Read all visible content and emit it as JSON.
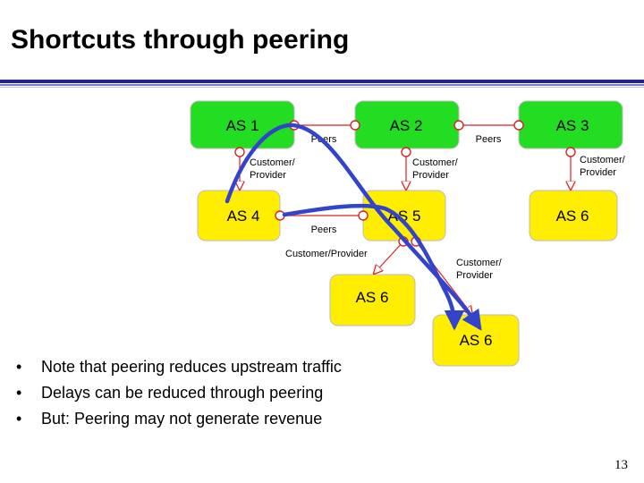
{
  "title": "Shortcuts through peering",
  "nodes": {
    "as1": "AS 1",
    "as2": "AS 2",
    "as3": "AS 3",
    "as4": "AS 4",
    "as5": "AS 5",
    "as6_top": "AS 6",
    "as6_mid": "AS 6",
    "as6_bottom": "AS 6"
  },
  "edge_labels": {
    "peers_1_2": "Peers",
    "peers_2_3": "Peers",
    "peers_4_5": "Peers",
    "cp_1_4": [
      "Customer/",
      "Provider"
    ],
    "cp_2_5": [
      "Customer/",
      "Provider"
    ],
    "cp_3_6": [
      "Customer/",
      "Provider"
    ],
    "cp_5_6mid": "Customer/Provider",
    "cp_5_6bottom": [
      "Customer/",
      "Provider"
    ]
  },
  "bullets": [
    "Note that peering reduces upstream traffic",
    "Delays can be reduced through peering",
    "But: Peering may not generate revenue"
  ],
  "bullet_symbol": "•",
  "page_number": "13",
  "colors": {
    "green_node": "#22dd22",
    "yellow_node": "#ffee00",
    "edge": "#dd2222",
    "path": "#3344cc",
    "title_rule": "#2020a0"
  }
}
